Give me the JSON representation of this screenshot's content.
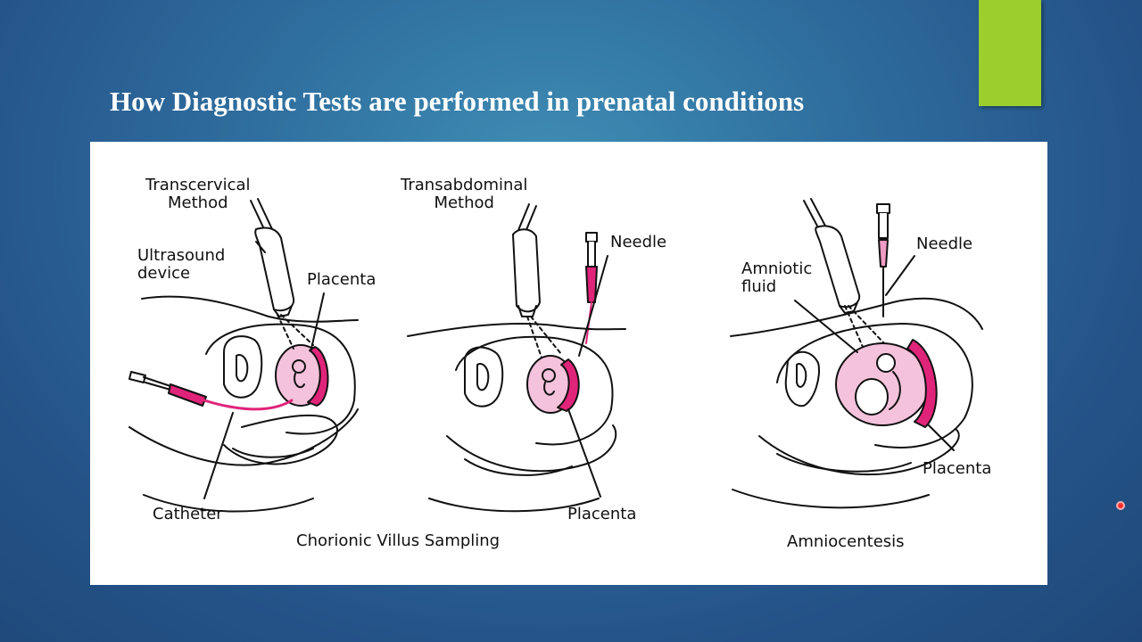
{
  "slide": {
    "title": "How Diagnostic Tests are performed in prenatal conditions",
    "accent_color": "#9ccf2e"
  },
  "figure": {
    "labels": {
      "transcervical_method": "Transcervical\nMethod",
      "ultrasound_device": "Ultrasound\ndevice",
      "placenta_1": "Placenta",
      "catheter": "Catheter",
      "transabdominal_method": "Transabdominal\nMethod",
      "needle_2": "Needle",
      "placenta_2": "Placenta",
      "cvs_caption": "Chorionic Villus Sampling",
      "amniotic_fluid": "Amniotic\nfluid",
      "needle_3": "Needle",
      "placenta_3": "Placenta",
      "amnio_caption": "Amniocentesis"
    },
    "accent_pink": "#e0247a"
  },
  "icons": {
    "laser_pointer": "laser-pointer-dot"
  }
}
